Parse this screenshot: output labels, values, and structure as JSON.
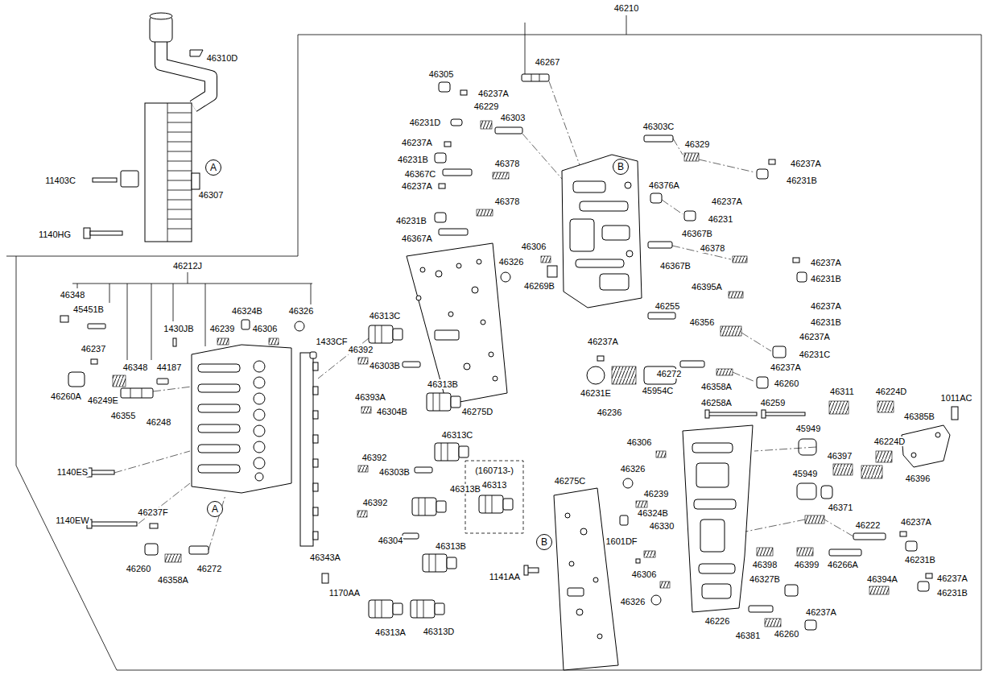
{
  "diagram": {
    "nodes": [
      {
        "text": [
          "A"
        ]
      },
      {
        "text": [
          "B"
        ]
      },
      {
        "text": [
          "A"
        ]
      },
      {
        "text": [
          "B"
        ]
      }
    ],
    "labels": [
      "46210",
      "46310D",
      "46307",
      "11403C",
      "1140HG",
      "46212J",
      "46348",
      "45451B",
      "46324B",
      "46326",
      "1430JB",
      "46239",
      "46306",
      "46237",
      "1433CF",
      "46348",
      "44187",
      "46260A",
      "46249E",
      "46355",
      "46248",
      "1140ES",
      "46237F",
      "1140EW",
      "46343A",
      "46260",
      "46272",
      "46358A",
      "1170AA",
      "46313A",
      "46313D",
      "46313C",
      "46392",
      "46303B",
      "46313B",
      "46393A",
      "46304B",
      "46275D",
      "46313C",
      "46392",
      "46303B",
      "46313B",
      "46392",
      "46304",
      "46313B",
      "(160713-)",
      "46313",
      "1141AA",
      "46306",
      "46326",
      "46269B",
      "46267",
      "46305",
      "46237A",
      "46229",
      "46303",
      "46231D",
      "46237A",
      "46231B",
      "46378",
      "46367C",
      "46237A",
      "46378",
      "46231B",
      "46367A",
      "46303C",
      "46329",
      "46237A",
      "46231B",
      "46376A",
      "46237A",
      "46231",
      "46367B",
      "46378",
      "46237A",
      "46367B",
      "46231B",
      "46395A",
      "46237A",
      "46255",
      "46231B",
      "46356",
      "46237A",
      "46231C",
      "46237A",
      "46272",
      "46260",
      "46358A",
      "46237A",
      "46231E",
      "46236",
      "45954C",
      "46311",
      "46224D",
      "1011AC",
      "46258A",
      "46259",
      "46385B",
      "45949",
      "46224D",
      "46306",
      "46397",
      "46326",
      "45949",
      "46396",
      "46275C",
      "46239",
      "46371",
      "46324B",
      "46237A",
      "46222",
      "46330",
      "1601DF",
      "46231B",
      "46398",
      "46399",
      "46266A",
      "46306",
      "46237A",
      "46327B",
      "46394A",
      "46231B",
      "46326",
      "46237A",
      "46226",
      "46260",
      "46381"
    ]
  }
}
